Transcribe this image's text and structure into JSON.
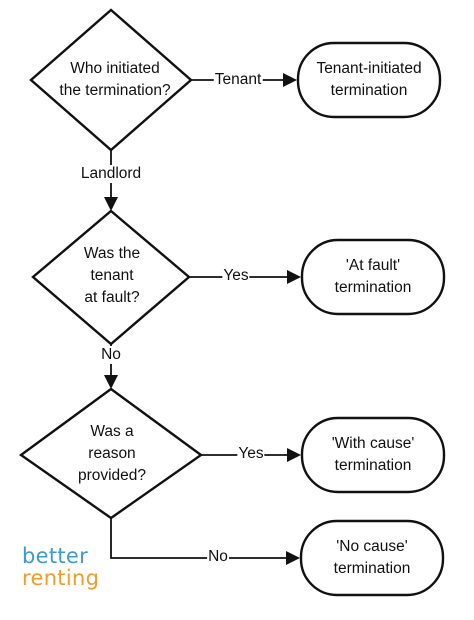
{
  "nodes": {
    "q_initiator": [
      "Who initiated",
      "the termination?"
    ],
    "q_fault": [
      "Was the",
      "tenant",
      "at fault?"
    ],
    "q_reason": [
      "Was a",
      "reason",
      "provided?"
    ],
    "r_tenant": [
      "Tenant-initiated",
      "termination"
    ],
    "r_fault": [
      "'At fault'",
      "termination"
    ],
    "r_cause": [
      "'With cause'",
      "termination"
    ],
    "r_nocause": [
      "'No cause'",
      "termination"
    ]
  },
  "edges": {
    "tenant": "Tenant",
    "landlord": "Landlord",
    "yes_fault": "Yes",
    "no_fault": "No",
    "yes_reason": "Yes",
    "no_reason": "No"
  },
  "logo": {
    "line1": "better",
    "line2": "renting",
    "color1": "#3d9ad6",
    "color2": "#f39c2b"
  }
}
